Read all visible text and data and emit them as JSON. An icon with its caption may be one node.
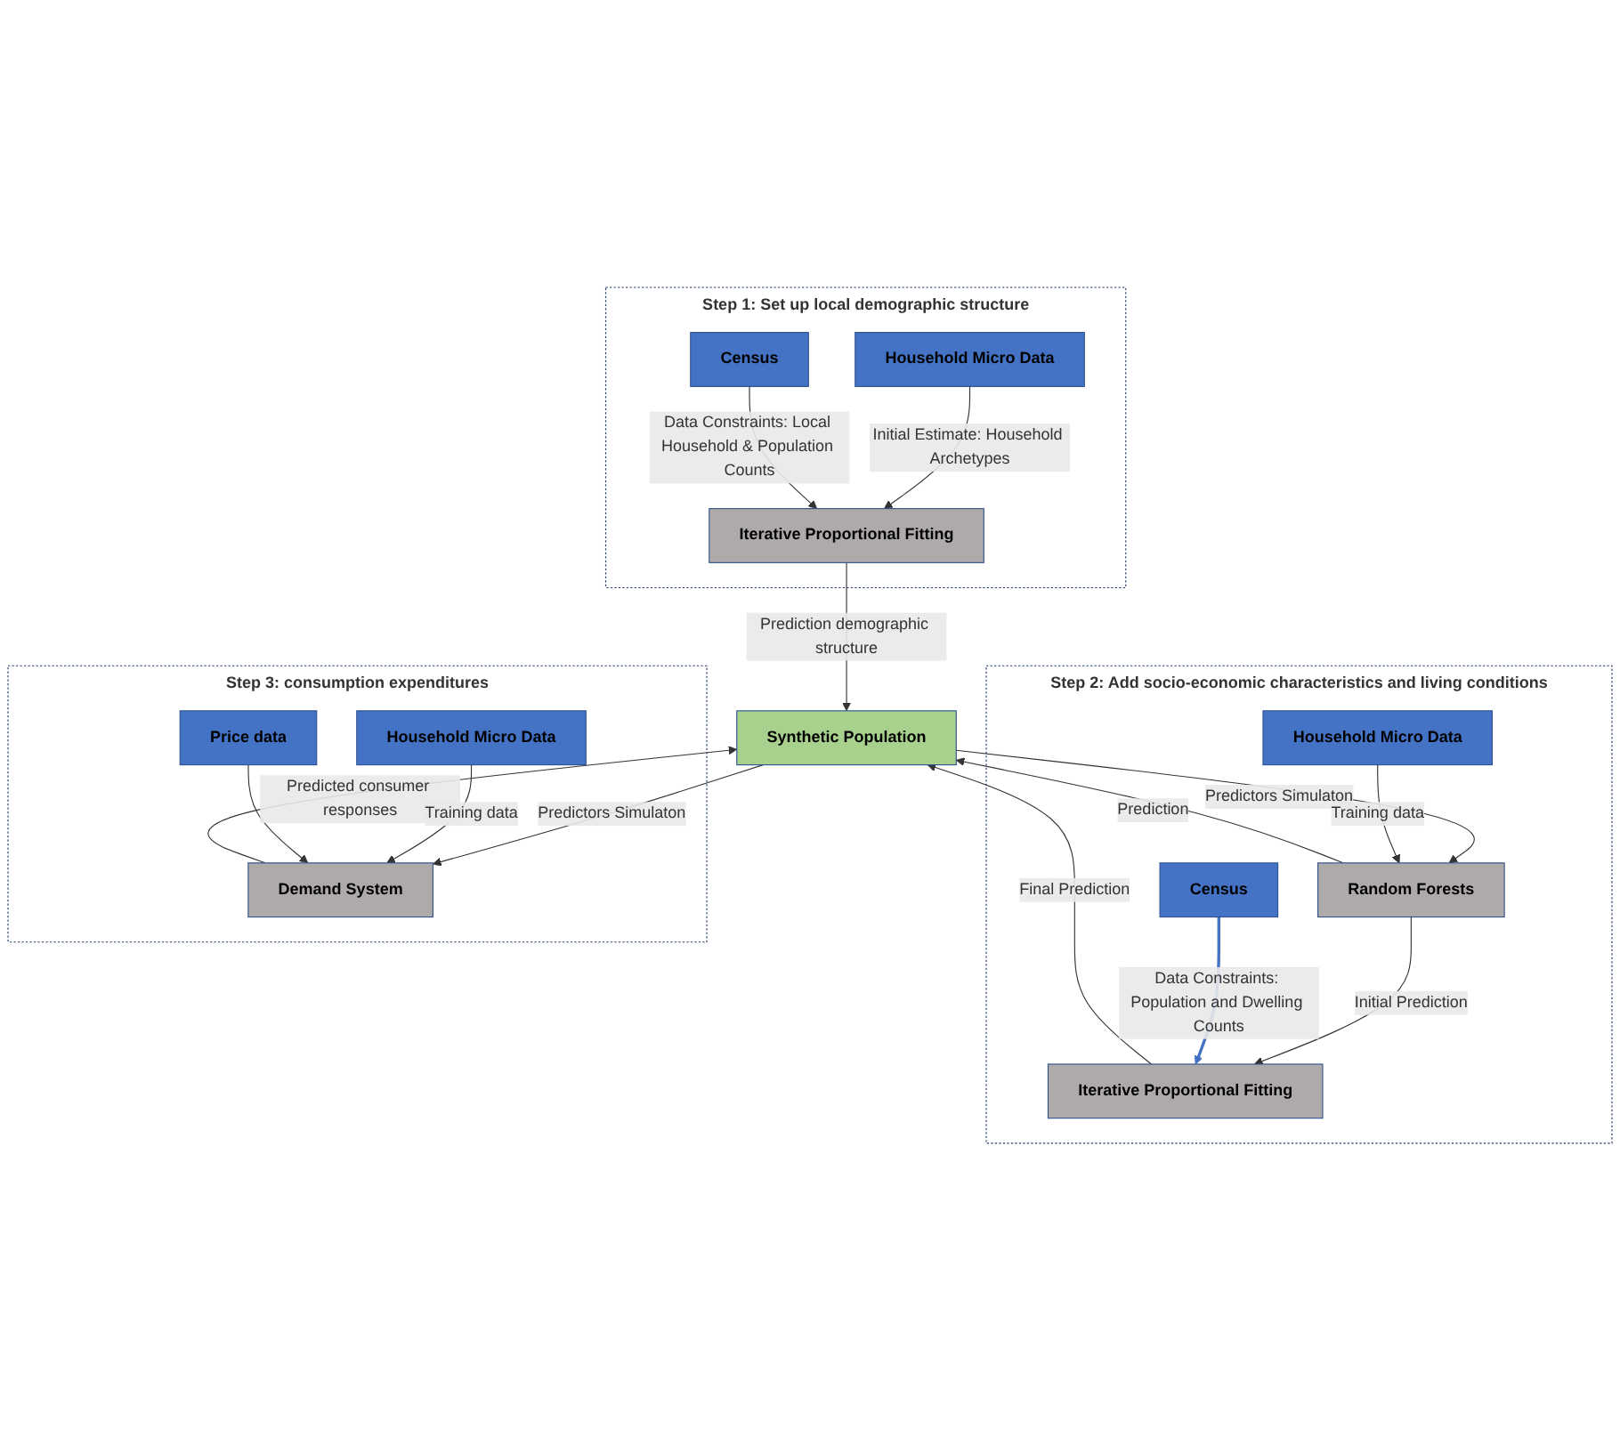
{
  "diagram": {
    "nodes": [
      {
        "text": [
          "Step 1: Set up local demographic structure"
        ]
      },
      {
        "text": [
          "Household Micro Data"
        ],
        "in": 0
      },
      {
        "text": [
          "Census"
        ],
        "in": 0
      },
      {
        "text": [
          "Iterative Proportional Fitting"
        ],
        "in": 0
      },
      {
        "text": [
          "Synthetic Population"
        ]
      },
      {
        "text": [
          "Step 2: Add socio-economic characteristics and living conditions"
        ]
      },
      {
        "text": [
          "Random Forests"
        ],
        "in": 5
      },
      {
        "text": [
          "Household Micro Data"
        ],
        "in": 5
      },
      {
        "text": [
          "Iterative Proportional Fitting"
        ],
        "in": 5
      },
      {
        "text": [
          "Census"
        ],
        "in": 5
      },
      {
        "text": [
          "Step 3: consumption expenditures"
        ]
      },
      {
        "text": [
          "Demand System"
        ],
        "in": 10
      },
      {
        "text": [
          "Household Micro Data"
        ],
        "in": 10
      },
      {
        "text": [
          "Price data"
        ],
        "in": 10
      }
    ],
    "edges": [
      {
        "from": 1,
        "to": 3,
        "arrow": "to",
        "label": "Initial Estimate: Household Archetypes"
      },
      {
        "from": 2,
        "to": 3,
        "arrow": "to",
        "label": "Data Constraints: Local Household & Population Counts"
      },
      {
        "from": 3,
        "to": 4,
        "arrow": "to",
        "label": "Prediction demographic structure"
      },
      {
        "from": 4,
        "to": 6,
        "arrow": "to",
        "label": "Predictors Simulaton"
      },
      {
        "from": 6,
        "to": 4,
        "arrow": "to",
        "label": "Prediction"
      },
      {
        "from": 7,
        "to": 6,
        "arrow": "to",
        "label": "Training data"
      },
      {
        "from": 6,
        "to": 8,
        "arrow": "to",
        "label": "Initial Prediction"
      },
      {
        "from": 9,
        "to": 8,
        "arrow": "to",
        "label": "Data Constraints: Population and Dwelling Counts",
        "color": "#4472c4"
      },
      {
        "from": 8,
        "to": 4,
        "arrow": "to",
        "label": "Final Prediction"
      },
      {
        "from": 11,
        "to": 4,
        "arrow": "to",
        "label": "Predicted consumer responses"
      },
      {
        "from": 4,
        "to": 11,
        "arrow": "to",
        "label": "Predictors Simulaton"
      },
      {
        "from": 12,
        "to": 11,
        "arrow": "to",
        "label": "Training data"
      },
      {
        "from": 13,
        "to": 11,
        "arrow": "to"
      }
    ]
  }
}
